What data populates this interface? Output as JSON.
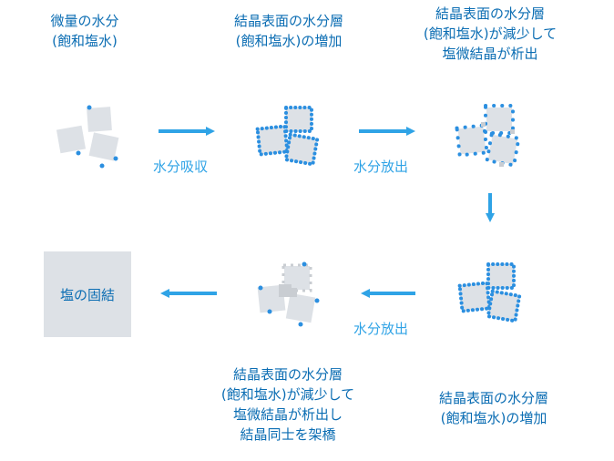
{
  "steps": [
    {
      "id": "s1",
      "lines": [
        "微量の水分",
        "(飽和塩水)"
      ]
    },
    {
      "id": "s2",
      "lines": [
        "結晶表面の水分層",
        "(飽和塩水)の増加"
      ]
    },
    {
      "id": "s3",
      "lines": [
        "結晶表面の水分層",
        "(飽和塩水)が減少して",
        "塩微結晶が析出"
      ]
    },
    {
      "id": "s4",
      "lines": [
        "結晶表面の水分層",
        "(飽和塩水)の増加"
      ]
    },
    {
      "id": "s5",
      "lines": [
        "結晶表面の水分層",
        "(飽和塩水)が減少して",
        "塩微結晶が析出し",
        "結晶同士を架橋"
      ]
    }
  ],
  "arrows": {
    "a1": "水分吸収",
    "a2": "水分放出",
    "a4": "水分放出"
  },
  "result": "塩の固結",
  "colors": {
    "text": "#0b6db3",
    "accent": "#2fa3e6",
    "crystal": "#dde1e6",
    "dot": "#2b8fe0"
  }
}
